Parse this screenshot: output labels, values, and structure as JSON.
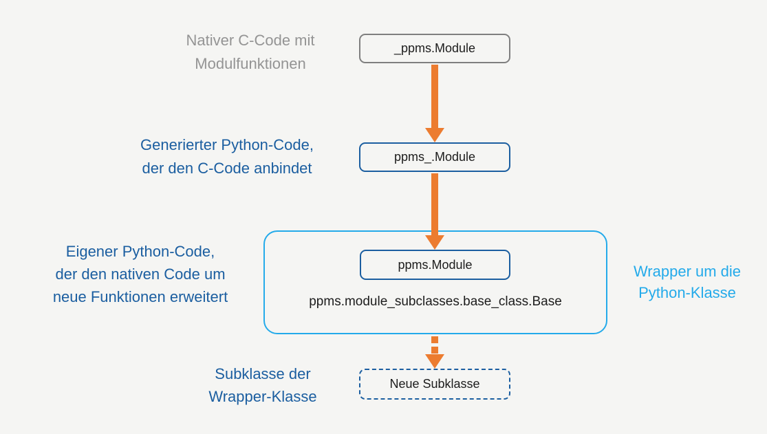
{
  "diagram_title": "ppms module wrapper class hierarchy",
  "labels": {
    "native_c": {
      "line1": "Nativer C-Code mit",
      "line2": "Modulfunktionen"
    },
    "generated": {
      "line1": "Generierter Python-Code,",
      "line2": "der den C-Code anbindet"
    },
    "own_code": {
      "line1": "Eigener Python-Code,",
      "line2": "der den nativen Code um",
      "line3": "neue Funktionen erweitert"
    },
    "wrapper": {
      "line1": "Wrapper um die",
      "line2": "Python-Klasse"
    },
    "subclass": {
      "line1": "Subklasse der",
      "line2": "Wrapper-Klasse"
    }
  },
  "nodes": {
    "native_module": "_ppms.Module",
    "generated_module": "ppms_.Module",
    "wrapper_module": "ppms.Module",
    "base_class": "ppms.module_subclasses.base_class.Base",
    "new_subclass": "Neue Subklasse"
  },
  "colors": {
    "background": "#f5f5f3",
    "gray_text": "#949494",
    "gray_border": "#7f7f7f",
    "dark_blue": "#1b5ea0",
    "cyan": "#23aaea",
    "orange": "#ec7c30",
    "node_text": "#1c1c1c"
  }
}
